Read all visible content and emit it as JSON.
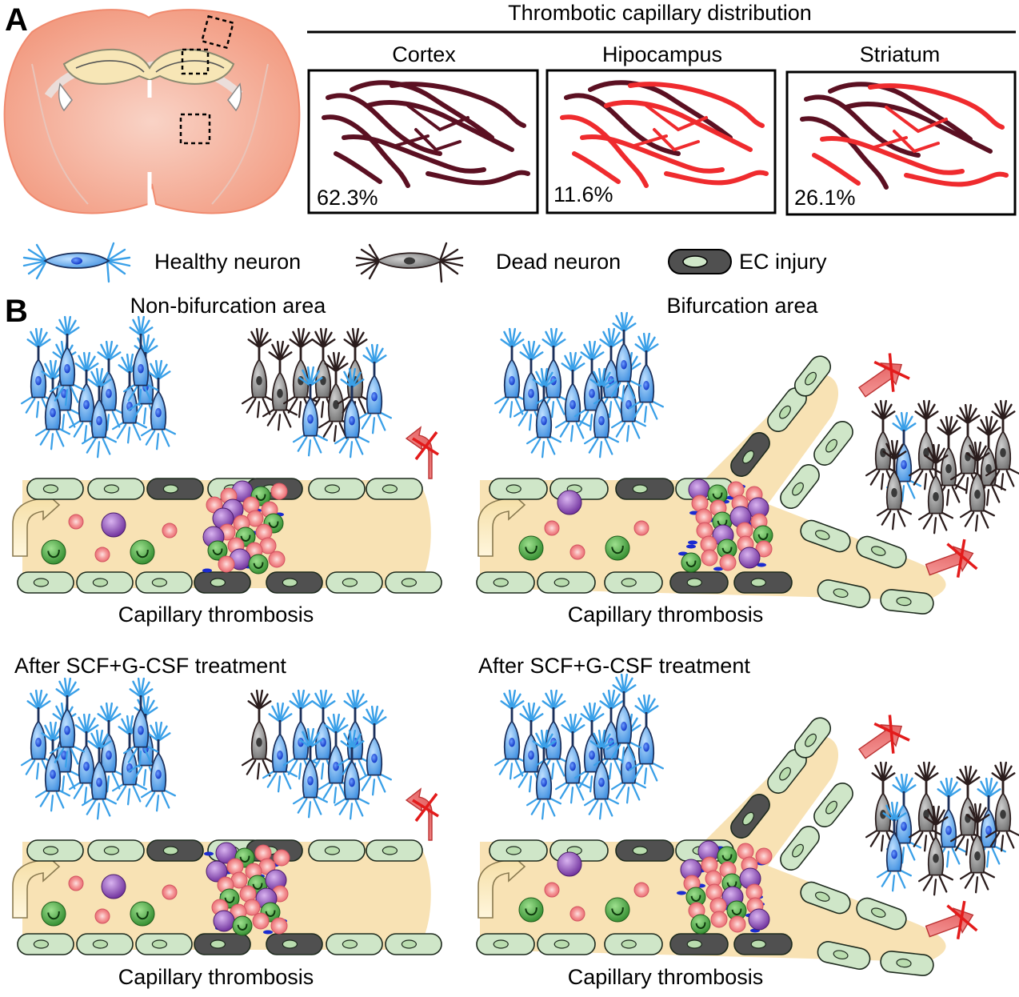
{
  "panel_a": {
    "letter": "A",
    "distribution_title": "Thrombotic capillary distribution",
    "regions": [
      {
        "name": "Cortex",
        "percent": "62.3%"
      },
      {
        "name": "Hipocampus",
        "percent": "11.6%"
      },
      {
        "name": "Striatum",
        "percent": "26.1%"
      }
    ]
  },
  "legend": {
    "healthy": "Healthy neuron",
    "dead": "Dead neuron",
    "ec_injury": "EC injury"
  },
  "panel_b": {
    "letter": "B",
    "non_bifurcation_title": "Non-bifurcation area",
    "bifurcation_title": "Bifurcation area",
    "treatment_title": "After SCF+G-CSF treatment",
    "thrombosis_label": "Capillary thrombosis"
  },
  "colors": {
    "brain": "#f6a589",
    "hippocampus": "#f7e6b6",
    "healthy_neuron": "#4f9be0",
    "dead_neuron": "#8d8d8d",
    "endothelial": "#cfe6c8",
    "injured_endothelial": "#505050",
    "vessel_lumen": "#f8e2b4",
    "rbc": "#f38a8a",
    "leukocyte": "#4aa840",
    "monocyte": "#8b4aa8",
    "capillary_red": "#ef2b2e",
    "capillary_dark": "#5b1022"
  }
}
